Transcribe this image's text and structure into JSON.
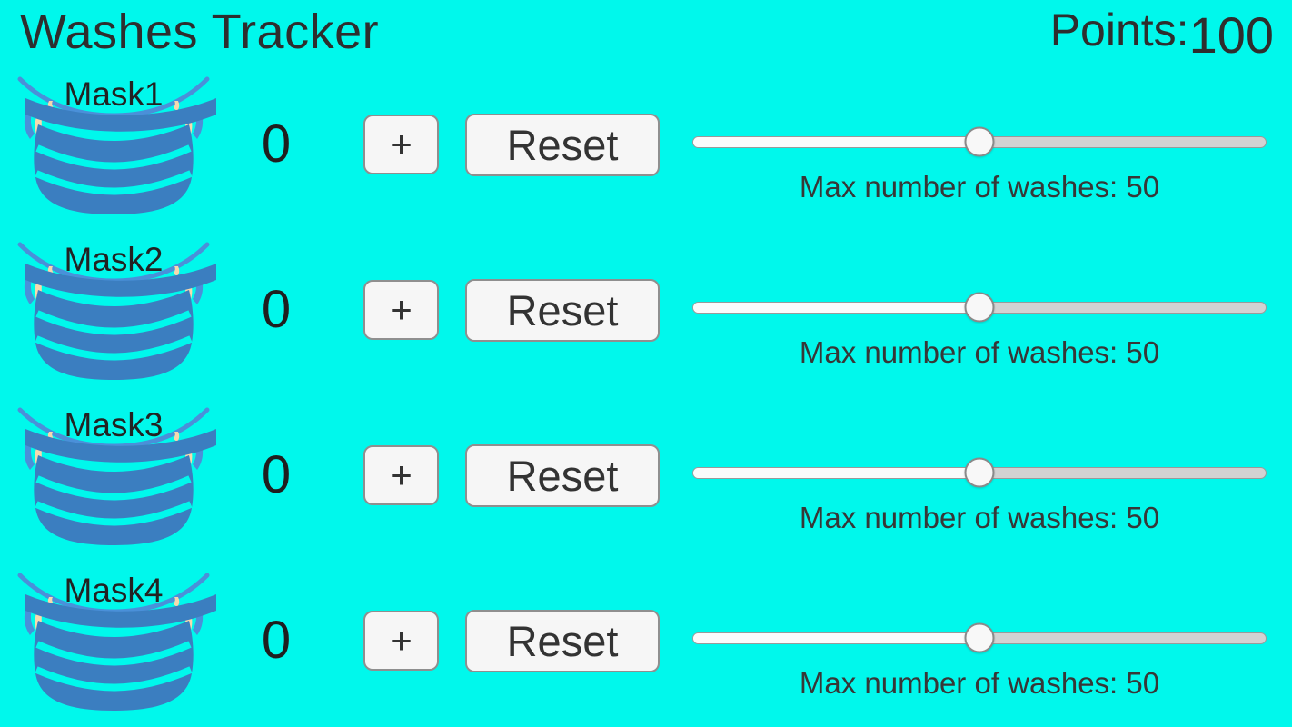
{
  "app": {
    "title": "Washes Tracker",
    "points_label": "Points:",
    "points_value": "100"
  },
  "colors": {
    "background": "#00F8EC",
    "text_primary": "#2E2E2E",
    "text_secondary": "#373737",
    "mask_body": "#3B7EC0",
    "mask_strap": "#4A90D9",
    "mask_skin": "#F6D9AE",
    "button_bg": "#F6F6F6",
    "button_border": "#8F8F8F",
    "button_text": "#333333",
    "track_filled": "#FBFBFB",
    "track_empty": "#D2D2D2",
    "track_border": "#9A9A9A",
    "thumb_bg": "#F8F8F8",
    "thumb_border": "#8A8A8A"
  },
  "rows": [
    {
      "mask_label": "Mask1",
      "count": "0",
      "plus_label": "+",
      "reset_label": "Reset",
      "slider": {
        "min": 0,
        "max": 100,
        "value": 50
      },
      "max_washes_label": "Max number of washes: 50"
    },
    {
      "mask_label": "Mask2",
      "count": "0",
      "plus_label": "+",
      "reset_label": "Reset",
      "slider": {
        "min": 0,
        "max": 100,
        "value": 50
      },
      "max_washes_label": "Max number of washes: 50"
    },
    {
      "mask_label": "Mask3",
      "count": "0",
      "plus_label": "+",
      "reset_label": "Reset",
      "slider": {
        "min": 0,
        "max": 100,
        "value": 50
      },
      "max_washes_label": "Max number of washes: 50"
    },
    {
      "mask_label": "Mask4",
      "count": "0",
      "plus_label": "+",
      "reset_label": "Reset",
      "slider": {
        "min": 0,
        "max": 100,
        "value": 50
      },
      "max_washes_label": "Max number of washes: 50"
    }
  ],
  "row_tops": [
    79,
    261,
    443,
    625
  ]
}
